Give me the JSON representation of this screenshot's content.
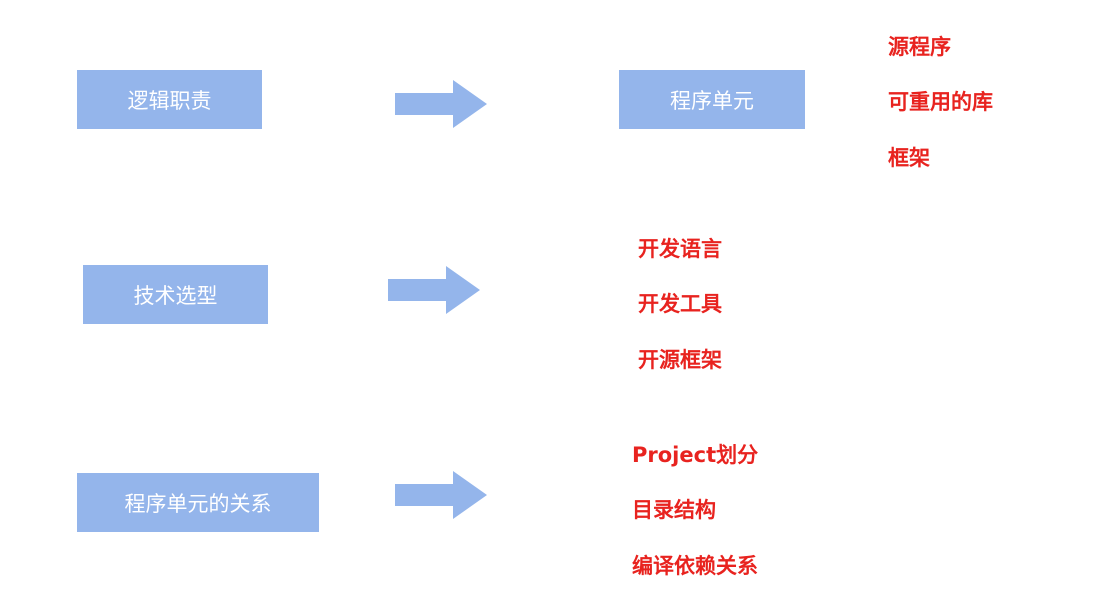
{
  "rows": [
    {
      "box": "逻辑职责",
      "items": []
    },
    {
      "box": "技术选型",
      "items": [
        "开发语言",
        "开发工具",
        "开源框架"
      ]
    },
    {
      "box": "程序单元的关系",
      "items": [
        "Project划分",
        "目录结构",
        "编译依赖关系"
      ]
    }
  ],
  "unit": {
    "box": "程序单元",
    "items": [
      "源程序",
      "可重用的库",
      "框架"
    ]
  },
  "colors": {
    "box": "#94b5eb",
    "text_red": "#e8231f"
  },
  "icons": {
    "arrow": "right-arrow-icon"
  }
}
